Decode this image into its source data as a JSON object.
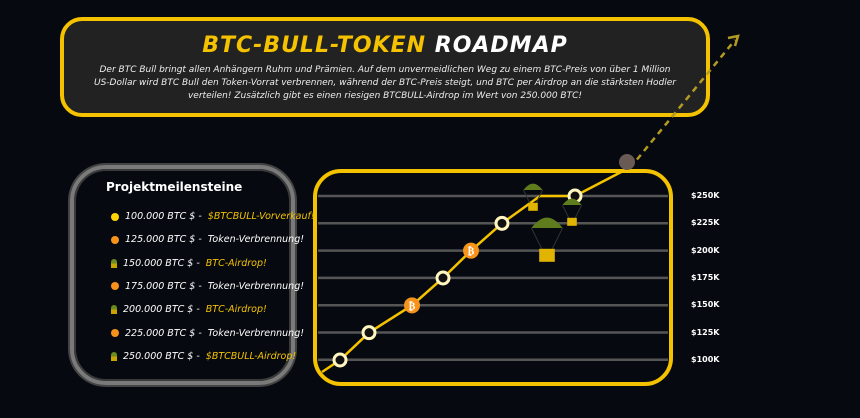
{
  "header": {
    "title_yellow": "BTC-BULL-TOKEN",
    "title_white": "ROADMAP",
    "description": "Der BTC Bull bringt allen Anhängern Ruhm und Prämien. Auf dem unvermeidlichen Weg zu einem BTC-Preis von über 1 Million US-Dollar wird BTC Bull den Token-Vorrat verbrennen, während der BTC-Preis steigt, und BTC per Airdrop an die stärksten Hodler verteilen! Zusätzlich gibt es einen riesigen BTCBULL-Airdrop im Wert von 250.000 BTC!"
  },
  "milestones": {
    "title": "Projektmeilensteine",
    "items": [
      {
        "price": "100.000 BTC $ - ",
        "label": "$BTCBULL-Vorverkauf!",
        "icon": "yellow-dot",
        "highlight": true
      },
      {
        "price": "125.000 BTC $ - ",
        "label": "Token-Verbrennung!",
        "icon": "orange-dot",
        "highlight": false
      },
      {
        "price": "150.000 BTC $ - ",
        "label": "BTC-Airdrop!",
        "icon": "parachute",
        "highlight": true
      },
      {
        "price": "175.000 BTC $ - ",
        "label": "Token-Verbrennung!",
        "icon": "orange-dot",
        "highlight": false
      },
      {
        "price": "200.000 BTC $ - ",
        "label": "BTC-Airdrop!",
        "icon": "parachute",
        "highlight": true
      },
      {
        "price": "225.000 BTC $ - ",
        "label": "Token-Verbrennung!",
        "icon": "orange-dot",
        "highlight": false
      },
      {
        "price": "250.000 BTC $ - ",
        "label": "$BTCBULL-Airdrop!",
        "icon": "parachute",
        "highlight": true
      }
    ]
  },
  "chart_data": {
    "type": "line",
    "y_ticks": [
      "$250K",
      "$225K",
      "$200K",
      "$175K",
      "$150K",
      "$125K",
      "$100K"
    ],
    "ylim": [
      100000,
      250000
    ],
    "points": [
      {
        "value": 100000,
        "kind": "ring"
      },
      {
        "value": 125000,
        "kind": "ring"
      },
      {
        "value": 150000,
        "kind": "bitcoin"
      },
      {
        "value": 175000,
        "kind": "ring"
      },
      {
        "value": 200000,
        "kind": "bitcoin"
      },
      {
        "value": 225000,
        "kind": "ring"
      },
      {
        "value": 250000,
        "kind": "ring"
      }
    ],
    "colors": {
      "line": "#f5c200",
      "bitcoin": "#f7931a",
      "grid": "#555555"
    }
  }
}
